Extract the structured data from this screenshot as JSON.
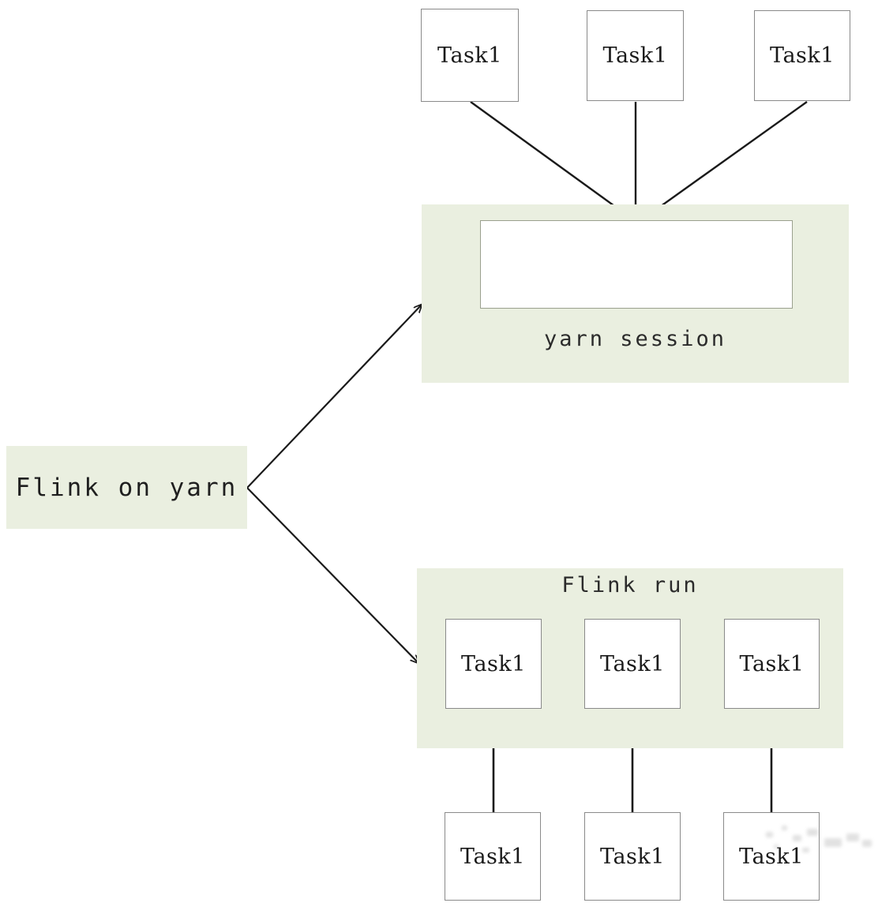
{
  "diagram": {
    "title_semantics": "Flink on yarn deployment modes diagram",
    "colors": {
      "panel_green": "#eaefe0",
      "box_white": "#ffffff",
      "box_border": "#8a8a8a",
      "edge_stroke": "#1a1a1a",
      "text": "#1f1f1f"
    },
    "root": {
      "label": "Flink on yarn"
    },
    "session_panel": {
      "label": "yarn session",
      "inner_box_label": "",
      "tasks": [
        {
          "label": "Task1"
        },
        {
          "label": "Task1"
        },
        {
          "label": "Task1"
        }
      ]
    },
    "run_panel": {
      "label": "Flink run",
      "tasks": [
        {
          "label": "Task1"
        },
        {
          "label": "Task1"
        },
        {
          "label": "Task1"
        }
      ],
      "source_tasks": [
        {
          "label": "Task1"
        },
        {
          "label": "Task1"
        },
        {
          "label": "Task1"
        }
      ]
    }
  }
}
